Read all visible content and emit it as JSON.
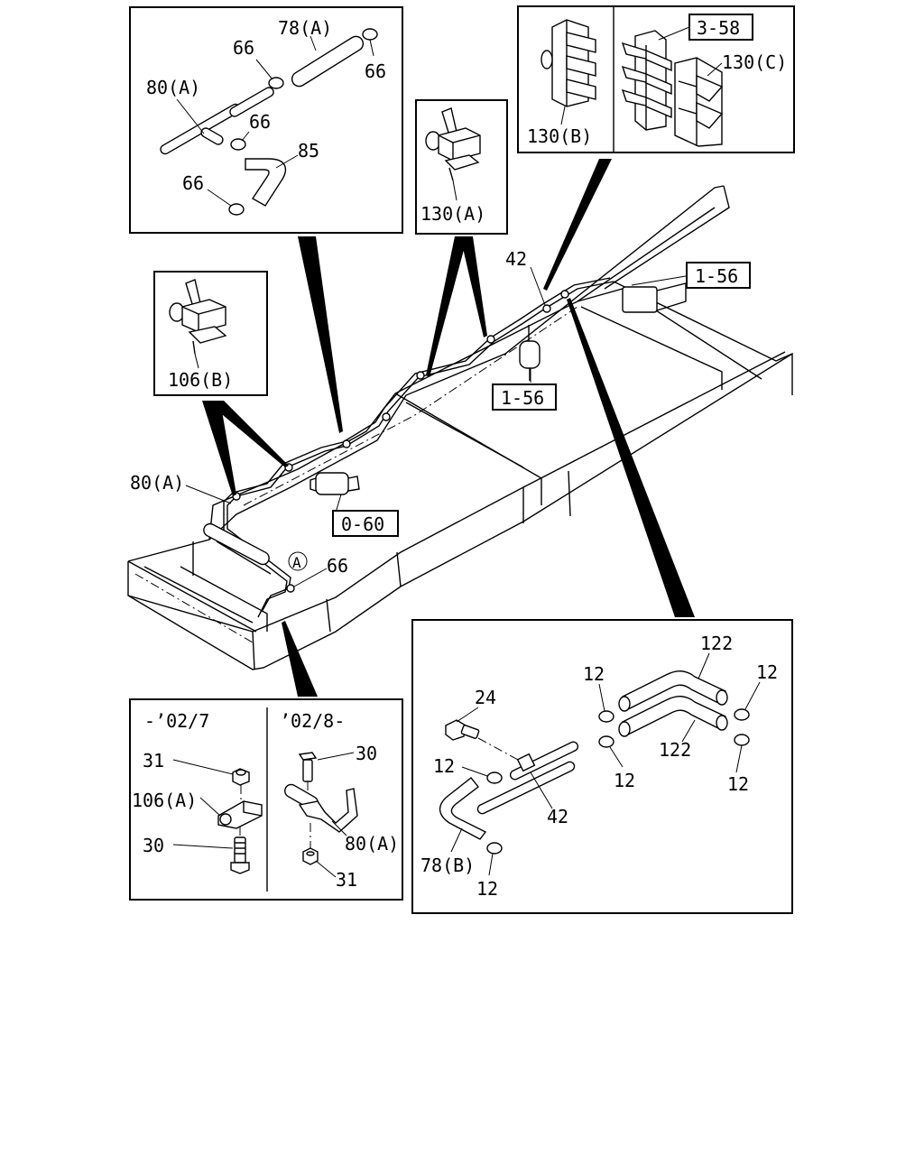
{
  "labels": {
    "top_left": {
      "part_78a": "78(A)",
      "clamp_66_a": "66",
      "clamp_66_b": "66",
      "part_80a": "80(A)",
      "clamp_66_c": "66",
      "part_85": "85",
      "clamp_66_d": "66"
    },
    "clip_130a": "130(A)",
    "top_right": {
      "ref_3_58": "3-58",
      "part_130c": "130(C)",
      "part_130b": "130(B)"
    },
    "clip_106b": "106(B)",
    "main": {
      "part_42": "42",
      "ref_1_56_right": "1-56",
      "ref_1_56_center": "1-56",
      "part_80a": "80(A)",
      "ref_0_60": "0-60",
      "circle_a": "A",
      "clamp_66": "66"
    },
    "bottom_left": {
      "header_left": "-’02/7",
      "header_right": "’02/8-",
      "part_31_left": "31",
      "part_106a": "106(A)",
      "part_30_left": "30",
      "part_30_right": "30",
      "part_80a": "80(A)",
      "part_31_right": "31"
    },
    "bottom_right": {
      "part_122_top": "122",
      "clamp_12_a": "12",
      "clamp_12_b": "12",
      "part_24": "24",
      "clamp_12_c": "12",
      "part_122_bottom": "122",
      "clamp_12_d": "12",
      "clamp_12_e": "12",
      "part_42": "42",
      "part_78b": "78(B)",
      "clamp_12_f": "12"
    }
  }
}
